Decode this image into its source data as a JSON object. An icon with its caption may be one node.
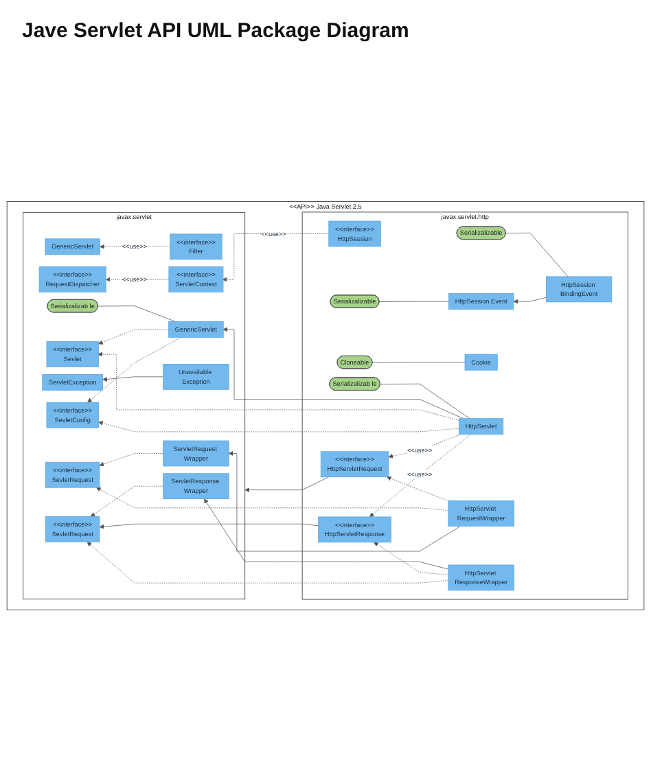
{
  "diagram": {
    "title": "Jave Servlet API UML Package Diagram",
    "nodes": [
      {
        "text": [
          "<<API>> Java Servlet 2.5"
        ]
      },
      {
        "text": [
          "javax.servlet"
        ],
        "in": 0
      },
      {
        "text": [
          "javax.servlet.http"
        ],
        "in": 0
      },
      {
        "text": [
          "<<interface>>",
          "ServletContext"
        ],
        "in": 1
      },
      {
        "text": [
          "<<interface>>",
          "RequestDispatcher"
        ],
        "in": 1
      },
      {
        "text": [
          "<<interface>>",
          "Filter"
        ],
        "in": 1
      },
      {
        "text": [
          "GenericServlet"
        ],
        "in": 1
      },
      {
        "text": [
          "<<interface>>",
          "Sevlet"
        ],
        "in": 1
      },
      {
        "text": [
          "Serializalizab le"
        ],
        "in": 1
      },
      {
        "text": [
          "GenericServlet"
        ],
        "in": 1
      },
      {
        "text": [
          "<<interface>>",
          "SevletConfig"
        ],
        "in": 1
      },
      {
        "text": [
          "<<interface>>",
          "SevletRequest"
        ],
        "in": 1
      },
      {
        "text": [
          "ServletRequest Wrapper"
        ],
        "in": 1
      },
      {
        "text": [
          "ServletResponse Wrapper"
        ],
        "in": 1
      },
      {
        "text": [
          "<<interface>>",
          "SevletRequest"
        ],
        "in": 1
      },
      {
        "text": [
          "ServletException"
        ],
        "in": 1
      },
      {
        "text": [
          "Unavailable Exception"
        ],
        "in": 1
      },
      {
        "text": [
          "<<interface>>",
          "HttpSession"
        ],
        "in": 2
      },
      {
        "text": [
          "Serializalizable"
        ],
        "in": 2
      },
      {
        "text": [
          "Serializalizable"
        ],
        "in": 2
      },
      {
        "text": [
          "HttpSession Event"
        ],
        "in": 2
      },
      {
        "text": [
          "HttpSession BindingEvent"
        ],
        "in": 2
      },
      {
        "text": [
          "Cloneable"
        ],
        "in": 2
      },
      {
        "text": [
          "Cookie"
        ],
        "in": 2
      },
      {
        "text": [
          "Serializalizab le"
        ],
        "in": 2
      },
      {
        "text": [
          "HttpServlet"
        ],
        "in": 2
      },
      {
        "text": [
          "<<interface>>",
          "HttpServletRequest"
        ],
        "in": 2
      },
      {
        "text": [
          "HttpServlet RequestWrapper"
        ],
        "in": 2
      },
      {
        "text": [
          "<<interface>>",
          "HttpServletResponse"
        ],
        "in": 2
      },
      {
        "text": [
          "HttpServlet ResponseWrapper"
        ],
        "in": 2
      }
    ],
    "edges": [
      {
        "from": 17,
        "to": 3,
        "arrow": "to",
        "style": "dashed",
        "label": "<<use>>"
      },
      {
        "from": 3,
        "to": 4,
        "arrow": "to",
        "style": "dashed",
        "label": "<<use>>"
      },
      {
        "from": 5,
        "to": 6,
        "arrow": "to",
        "style": "dashed",
        "label": "<<use>>"
      },
      {
        "from": 21,
        "to": 18,
        "arrow": "none"
      },
      {
        "from": 20,
        "to": 19,
        "arrow": "none"
      },
      {
        "from": 21,
        "to": 20,
        "arrow": "to"
      },
      {
        "from": 23,
        "to": 22,
        "arrow": "none"
      },
      {
        "from": 9,
        "to": 8,
        "arrow": "none"
      },
      {
        "from": 9,
        "to": 7,
        "arrow": "to",
        "style": "dashed"
      },
      {
        "from": 9,
        "to": 10,
        "arrow": "to",
        "style": "dashed"
      },
      {
        "from": 25,
        "to": 24,
        "arrow": "none"
      },
      {
        "from": 25,
        "to": 9,
        "arrow": "to"
      },
      {
        "from": 25,
        "to": 7,
        "arrow": "to",
        "style": "dashed"
      },
      {
        "from": 25,
        "to": 10,
        "arrow": "to",
        "style": "dashed"
      },
      {
        "from": 25,
        "to": 26,
        "arrow": "to",
        "style": "dashed",
        "label": "<<use>>"
      },
      {
        "from": 25,
        "to": 28,
        "arrow": "to",
        "style": "dashed",
        "label": "<<use>>"
      },
      {
        "from": 26,
        "to": 1,
        "arrow": "to"
      },
      {
        "from": 27,
        "to": 26,
        "arrow": "to",
        "style": "dashed"
      },
      {
        "from": 27,
        "to": 11,
        "arrow": "to",
        "style": "dashed"
      },
      {
        "from": 27,
        "to": 12,
        "arrow": "to"
      },
      {
        "from": 12,
        "to": 11,
        "arrow": "to",
        "style": "dashed"
      },
      {
        "from": 29,
        "to": 13,
        "arrow": "to"
      },
      {
        "from": 13,
        "to": 14,
        "arrow": "to",
        "style": "dashed"
      },
      {
        "from": 28,
        "to": 14,
        "arrow": "to"
      },
      {
        "from": 29,
        "to": 28,
        "arrow": "to",
        "style": "dashed"
      },
      {
        "from": 29,
        "to": 14,
        "arrow": "to",
        "style": "dashed"
      },
      {
        "from": 16,
        "to": 15,
        "arrow": "to"
      }
    ]
  }
}
